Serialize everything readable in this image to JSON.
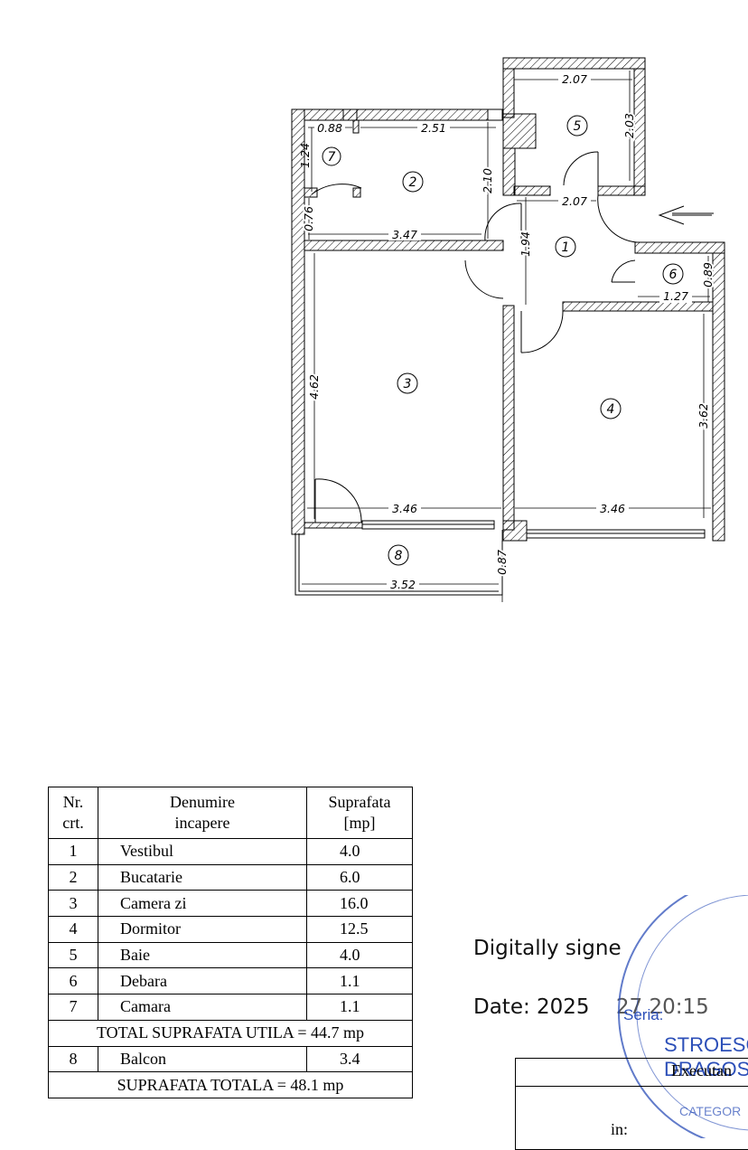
{
  "plan": {
    "dimensions": {
      "d1": "2.07",
      "d2": "2.03",
      "d3": "0.88",
      "d4": "2.51",
      "d5": "1.24",
      "d6": "2.10",
      "d7": "2.07",
      "d8": "0.76",
      "d9": "3.47",
      "d10": "1.94",
      "d11": "0.89",
      "d12": "1.27",
      "d13": "4.62",
      "d14": "3.62",
      "d15": "3.46",
      "d16": "3.46",
      "d17": "0.87",
      "d18": "3.52"
    },
    "rooms": [
      "1",
      "2",
      "3",
      "4",
      "5",
      "6",
      "7",
      "8"
    ]
  },
  "table": {
    "header": {
      "nr_line1": "Nr.",
      "nr_line2": "crt.",
      "name_line1": "Denumire",
      "name_line2": "incapere",
      "area_line1": "Suprafata",
      "area_line2": "[mp]"
    },
    "rows": [
      {
        "nr": "1",
        "name": "Vestibul",
        "area": "4.0"
      },
      {
        "nr": "2",
        "name": "Bucatarie",
        "area": "6.0"
      },
      {
        "nr": "3",
        "name": "Camera zi",
        "area": "16.0"
      },
      {
        "nr": "4",
        "name": "Dormitor",
        "area": "12.5"
      },
      {
        "nr": "5",
        "name": "Baie",
        "area": "4.0"
      },
      {
        "nr": "6",
        "name": "Debara",
        "area": "1.1"
      },
      {
        "nr": "7",
        "name": "Camara",
        "area": "1.1"
      }
    ],
    "total_useful": "TOTAL SUPRAFATA UTILA = 44.7 mp",
    "balcony": {
      "nr": "8",
      "name": "Balcon",
      "area": "3.4"
    },
    "total": "SUPRAFATA TOTALA = 48.1 mp"
  },
  "signature": {
    "line1": "Digitally signe",
    "line2": "Date: 2025",
    "line2_tail": "27 20:15"
  },
  "stamp": {
    "seria": "Seria: ",
    "name1": "STROESC",
    "name2": "DRAGOS",
    "category": "CATEGOR"
  },
  "exec": {
    "label": "Executan",
    "foot": "in:"
  }
}
